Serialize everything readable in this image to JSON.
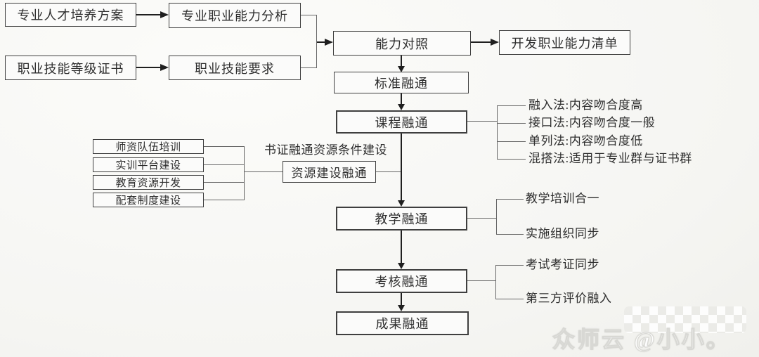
{
  "page": {
    "background": "#f5f5f2"
  },
  "colors": {
    "bg": "#f5f5f2",
    "border": "#3f3f3f",
    "line": "#666666",
    "arrow": "#1f1f1f",
    "box_fill": "#fbfbfa",
    "text": "#2e2e2e"
  },
  "boxes": {
    "talent_plan": "专业人才培养方案",
    "ability_analysis": "专业职业能力分析",
    "skill_certificate": "职业技能等级证书",
    "skill_requirement": "职业技能要求",
    "ability_compare": "能力对照",
    "ability_list": "开发职业能力清单",
    "standard": "标准融通",
    "course": "课程融通",
    "resource_build": "资源建设融通",
    "teaching": "教学融通",
    "assessment": "考核融通",
    "outcome": "成果融通",
    "teacher_training": "师资队伍培训",
    "training_platform": "实训平台建设",
    "resource_dev": "教育资源开发",
    "support_system": "配套制度建设"
  },
  "labels": {
    "resource_condition": "书证融通资源条件建设"
  },
  "course_methods": [
    "融入法:内容吻合度高",
    "接口法:内容吻合度一般",
    "单列法:内容吻合度低",
    "混搭法:适用于专业群与证书群"
  ],
  "teaching_points": [
    "教学培训合一",
    "实施组织同步"
  ],
  "assessment_points": [
    "考试考证同步",
    "第三方评价融入"
  ],
  "watermark": {
    "text": "众师云 @小小。"
  }
}
